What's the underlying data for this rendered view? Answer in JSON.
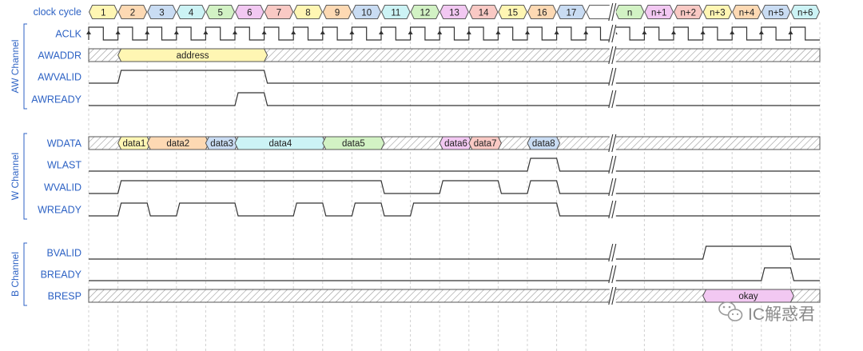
{
  "diagram": {
    "clock_row_label": "clock cycle",
    "cycles": [
      {
        "label": "1",
        "color": "#fff6b3"
      },
      {
        "label": "2",
        "color": "#fdd9b3"
      },
      {
        "label": "3",
        "color": "#c9dcf3"
      },
      {
        "label": "4",
        "color": "#ccf3f5"
      },
      {
        "label": "5",
        "color": "#d2f2c4"
      },
      {
        "label": "6",
        "color": "#f2c8f2"
      },
      {
        "label": "7",
        "color": "#f9c9c4"
      },
      {
        "label": "8",
        "color": "#fff6b3"
      },
      {
        "label": "9",
        "color": "#fdd9b3"
      },
      {
        "label": "10",
        "color": "#c9dcf3"
      },
      {
        "label": "11",
        "color": "#ccf3f5"
      },
      {
        "label": "12",
        "color": "#d2f2c4"
      },
      {
        "label": "13",
        "color": "#f2c8f2"
      },
      {
        "label": "14",
        "color": "#f9c9c4"
      },
      {
        "label": "15",
        "color": "#fff6b3"
      },
      {
        "label": "16",
        "color": "#fdd9b3"
      },
      {
        "label": "17",
        "color": "#c9dcf3"
      },
      {
        "label": "",
        "color": "#ffffff"
      },
      {
        "label": "n",
        "color": "#d2f2c4"
      },
      {
        "label": "n+1",
        "color": "#f2c8f2"
      },
      {
        "label": "n+2",
        "color": "#f9c9c4"
      },
      {
        "label": "n+3",
        "color": "#fff6b3"
      },
      {
        "label": "n+4",
        "color": "#fdd9b3"
      },
      {
        "label": "n+5",
        "color": "#c9dcf3"
      },
      {
        "label": "n+6",
        "color": "#ccf3f5"
      }
    ],
    "groups": [
      {
        "label": "AW Channel",
        "signals": [
          "ACLK",
          "AWADDR",
          "AWVALID",
          "AWREADY"
        ]
      },
      {
        "label": "W Channel",
        "signals": [
          "WDATA",
          "WLAST",
          "WVALID",
          "WREADY"
        ]
      },
      {
        "label": "B Channel",
        "signals": [
          "BVALID",
          "BREADY",
          "BRESP"
        ]
      }
    ],
    "signals": {
      "ACLK": {
        "type": "clock"
      },
      "AWADDR": {
        "type": "bus",
        "segments": [
          {
            "from": 1,
            "to": 6,
            "label": "address",
            "color": "#fff6b3"
          }
        ]
      },
      "AWVALID": {
        "type": "level",
        "high": [
          [
            1,
            6
          ]
        ]
      },
      "AWREADY": {
        "type": "level",
        "high": [
          [
            5,
            6
          ]
        ]
      },
      "WDATA": {
        "type": "bus",
        "segments": [
          {
            "from": 1,
            "to": 2,
            "label": "data1",
            "color": "#fff6b3"
          },
          {
            "from": 2,
            "to": 4,
            "label": "data2",
            "color": "#fdd9b3"
          },
          {
            "from": 4,
            "to": 5,
            "label": "data3",
            "color": "#c9dcf3"
          },
          {
            "from": 5,
            "to": 8,
            "label": "data4",
            "color": "#ccf3f5"
          },
          {
            "from": 8,
            "to": 10,
            "label": "data5",
            "color": "#d2f2c4"
          },
          {
            "from": 12,
            "to": 13,
            "label": "data6",
            "color": "#f2c8f2"
          },
          {
            "from": 13,
            "to": 14,
            "label": "data7",
            "color": "#f9c9c4"
          },
          {
            "from": 15,
            "to": 16,
            "label": "data8",
            "color": "#c9dcf3"
          }
        ]
      },
      "WLAST": {
        "type": "level",
        "high": [
          [
            15,
            16
          ]
        ]
      },
      "WVALID": {
        "type": "level",
        "high": [
          [
            1,
            10
          ],
          [
            12,
            14
          ],
          [
            15,
            16
          ]
        ]
      },
      "WREADY": {
        "type": "level",
        "high": [
          [
            1,
            2
          ],
          [
            3,
            5
          ],
          [
            7,
            8
          ],
          [
            9,
            10
          ],
          [
            11,
            16
          ]
        ]
      },
      "BVALID": {
        "type": "level",
        "high": [
          [
            21,
            24
          ]
        ]
      },
      "BREADY": {
        "type": "level",
        "high": [
          [
            23,
            24
          ]
        ]
      },
      "BRESP": {
        "type": "bus",
        "segments": [
          {
            "from": 21,
            "to": 24,
            "label": "okay",
            "color": "#f2c8f2"
          }
        ]
      }
    },
    "break_after_cycle": 17
  },
  "watermark": {
    "text": "IC解惑君",
    "icon": "wechat-icon"
  }
}
